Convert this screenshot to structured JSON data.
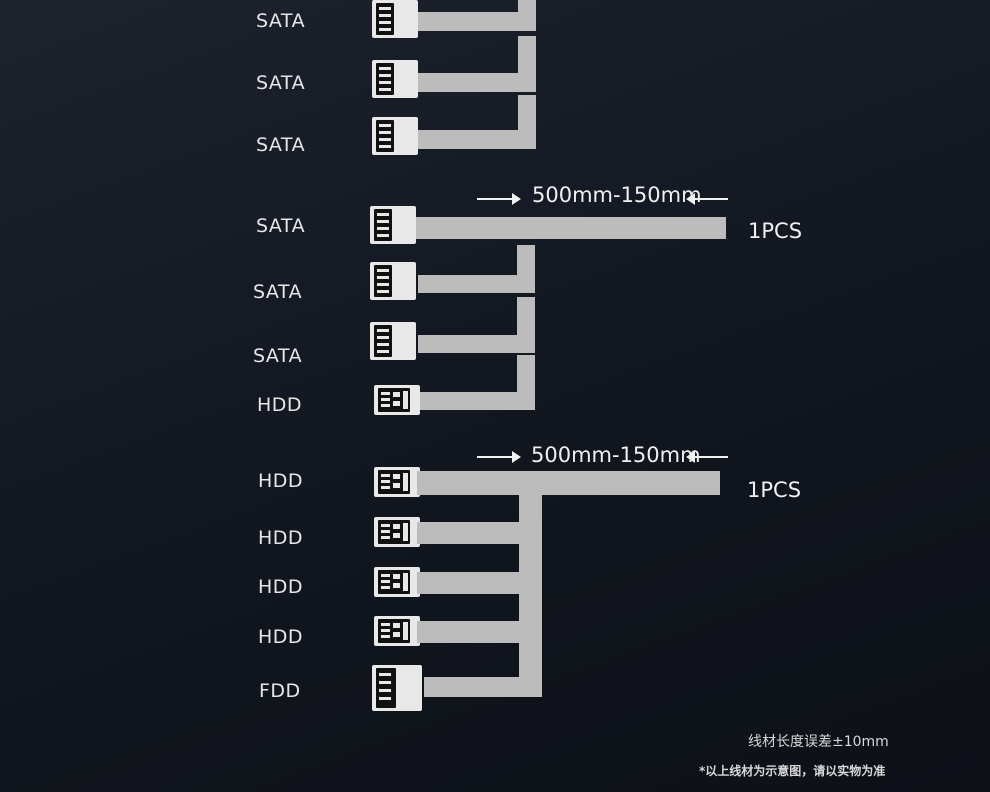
{
  "group1": {
    "labels": [
      "SATA",
      "SATA",
      "SATA"
    ]
  },
  "group2": {
    "length": "500mm-150mm",
    "qty": "1PCS",
    "labels": [
      "SATA",
      "SATA",
      "SATA",
      "HDD"
    ]
  },
  "group3": {
    "length": "500mm-150mm",
    "qty": "1PCS",
    "labels": [
      "HDD",
      "HDD",
      "HDD",
      "HDD",
      "FDD"
    ]
  },
  "notes": {
    "tolerance": "线材长度误差±10mm",
    "disclaimer": "*以上线材为示意图，请以实物为准"
  },
  "colors": {
    "background": "#121722",
    "wire": "#bcbcbc",
    "connector": "#e8e8e8",
    "text": "#e6e6e6"
  }
}
